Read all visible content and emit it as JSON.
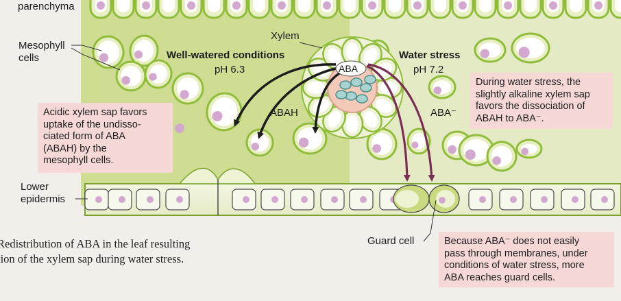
{
  "labels": {
    "parenchyma": "parenchyma",
    "mesophyll_line1": "Mesophyll",
    "mesophyll_line2": "cells",
    "xylem": "Xylem",
    "aba": "ABA",
    "well_watered_title": "Well-watered conditions",
    "well_watered_ph": "pH 6.3",
    "water_stress_title": "Water stress",
    "water_stress_ph": "pH 7.2",
    "abah": "ABAH",
    "aba_minus": "ABA⁻",
    "lower_epidermis_line1": "Lower",
    "lower_epidermis_line2": "epidermis",
    "guard_cell": "Guard cell"
  },
  "notes": {
    "acidic": [
      "Acidic xylem sap favors",
      "uptake of the undisso-",
      "ciated form of ABA",
      "(ABAH) by the",
      "mesophyll cells."
    ],
    "alkaline": [
      "During water stress, the",
      "slightly alkaline xylem sap",
      "favors the dissociation of",
      "ABAH to ABA⁻."
    ],
    "membranes": [
      "Because ABA⁻ does not easily",
      "pass through membranes, under",
      "conditions of water stress, more",
      "ABA reaches guard cells."
    ]
  },
  "caption": [
    "Redistribution of ABA in the leaf resulting",
    "tion of the xylem sap during water stress."
  ],
  "colors": {
    "left_panel": "#cfdd93",
    "right_panel": "#e4ebc4",
    "note_box": "#f6d9d6",
    "cell_wall": "#8fbd3b",
    "nucleus": "#d2a8cf",
    "arrow_dark": "#1c1c1c",
    "arrow_purple": "#7a2e55"
  }
}
